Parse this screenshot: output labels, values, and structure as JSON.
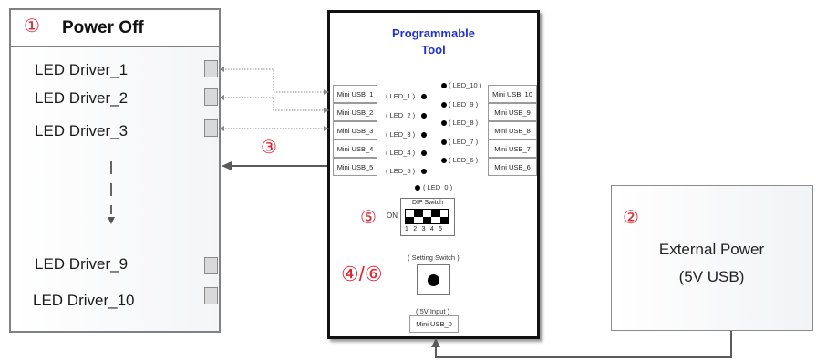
{
  "left_panel": {
    "number": "①",
    "title": "Power Off",
    "drivers": [
      "LED Driver_1",
      "LED Driver_2",
      "LED Driver_3",
      "LED Driver_9",
      "LED Driver_10"
    ]
  },
  "tool": {
    "title_line1": "Programmable",
    "title_line2": "Tool",
    "usb_left": [
      "Mini USB_1",
      "Mini USB_2",
      "Mini USB_3",
      "Mini USB_4",
      "Mini USB_5"
    ],
    "usb_right": [
      "Mini USB_10",
      "Mini USB_9",
      "Mini USB_8",
      "Mini USB_7",
      "Mini USB_6"
    ],
    "leds_left": [
      "( LED_1 )",
      "( LED_2 )",
      "( LED_3 )",
      "( LED_4 )",
      "( LED_5 )"
    ],
    "leds_right": [
      "( LED_10 )",
      "( LED_9 )",
      "( LED_8 )",
      "( LED_7 )",
      "( LED_6 )"
    ],
    "led_0": "( LED_0 )",
    "dip_on": "ON",
    "dip_label": "DIP Switch",
    "dip_numbers": "1  2  3  4  5",
    "setting_label": "( Setting Switch )",
    "input_label": "( 5V Input )",
    "usb_0": "Mini USB_0"
  },
  "markers": {
    "three": "③",
    "five": "⑤",
    "four_six": "④/⑥",
    "two": "②"
  },
  "external": {
    "line1": "External Power",
    "line2": "(5V USB)"
  },
  "colors": {
    "marker": "#e0202a",
    "tool_title": "#1f2fd6",
    "border": "#7f8185"
  }
}
